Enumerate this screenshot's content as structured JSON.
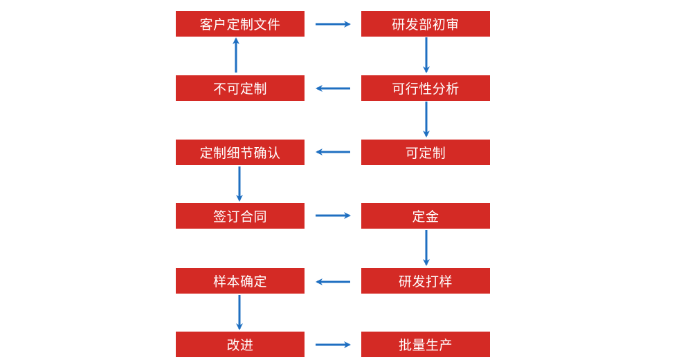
{
  "colors": {
    "box_fill": "#d42a25",
    "box_text": "#ffffff",
    "arrow": "#1f6fc1"
  },
  "steps": {
    "customer_file": "客户定制文件",
    "rd_review": "研发部初审",
    "not_customizable": "不可定制",
    "feasibility": "可行性分析",
    "confirm_details": "定制细节确认",
    "customizable": "可定制",
    "sign_contract": "签订合同",
    "deposit": "定金",
    "sample_confirm": "样本确定",
    "rd_sampling": "研发打样",
    "improve": "改进",
    "mass_production": "批量生产"
  }
}
